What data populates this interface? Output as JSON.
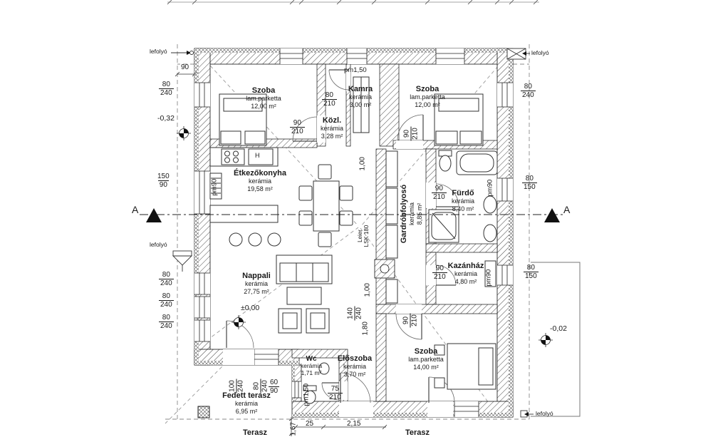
{
  "rooms": {
    "szoba_tl": {
      "name": "Szoba",
      "floor": "lam.parketta",
      "area": "12,00 m²"
    },
    "kamra": {
      "name": "Kamra",
      "floor": "kerámia",
      "area": "3,00 m²"
    },
    "kozl": {
      "name": "Közl.",
      "floor": "kerámia",
      "area": "3,28 m²"
    },
    "szoba_tr": {
      "name": "Szoba",
      "floor": "lam.parketta",
      "area": "12,00 m²"
    },
    "konyha": {
      "name": "Étkezőkonyha",
      "floor": "kerámia",
      "area": "19,58 m²"
    },
    "gardrob": {
      "name": "Gardróbfolyosó",
      "floor": "kerámia",
      "area": "8,85 m²"
    },
    "furdo": {
      "name": "Fürdő",
      "floor": "kerámia",
      "area": "8,40 m²"
    },
    "kazanhaz": {
      "name": "Kazánház",
      "floor": "kerámia",
      "area": "4,80 m²"
    },
    "nappali": {
      "name": "Nappali",
      "floor": "kerámia",
      "area": "27,75 m²"
    },
    "wc": {
      "name": "Wc",
      "floor": "kerámia",
      "area": "1,71 m²"
    },
    "eloszoba": {
      "name": "Előszoba",
      "floor": "kerámia",
      "area": "3,70 m²"
    },
    "szoba_br": {
      "name": "Szoba",
      "floor": "lam.parketta",
      "area": "14,00 m²"
    },
    "fedett_terasz": {
      "name": "Fedett terasz",
      "floor": "kerámia",
      "area": "6,95 m²"
    },
    "terasz_left": {
      "name": "Terasz"
    },
    "terasz_right": {
      "name": "Terasz"
    }
  },
  "levels": {
    "nappali": "±0,00",
    "left": "-0,32",
    "right": "-0,02"
  },
  "dims": {
    "eave_offset": "90",
    "pairs": {
      "kamra_door": {
        "w": "80",
        "h": "210"
      },
      "szoba_tl_door": {
        "w": "90",
        "h": "210"
      },
      "szoba_tr_door": {
        "w": "90",
        "h": "210"
      },
      "furdo_door": {
        "w": "90",
        "h": "210"
      },
      "kazanhaz_door": {
        "w": "90",
        "h": "210"
      },
      "szoba_br_door": {
        "w": "90",
        "h": "210"
      },
      "eloszoba_door": {
        "w": "75",
        "h": "210"
      },
      "wc_window": {
        "w": "60",
        "h": "90"
      },
      "win_szoba_tl": {
        "w": "80",
        "h": "240"
      },
      "win_konyha": {
        "w": "150",
        "h": "90"
      },
      "win_nappali_1": {
        "w": "80",
        "h": "240"
      },
      "win_nappali_2": {
        "w": "80",
        "h": "240"
      },
      "win_nappali_3": {
        "w": "80",
        "h": "240"
      },
      "win_szoba_tr": {
        "w": "80",
        "h": "240"
      },
      "win_furdo": {
        "w": "80",
        "h": "150"
      },
      "win_kazanhaz": {
        "w": "80",
        "h": "150"
      },
      "terasz_door": {
        "w": "100",
        "h": "240"
      },
      "terasz_window": {
        "w": "80",
        "h": "240"
      },
      "eloszoba_window": {
        "w": "140",
        "h": "240"
      }
    },
    "chains": {
      "c1": "1,00",
      "c2": "1,00",
      "c3": "1,80",
      "t_side": "1,67",
      "t_off": "25",
      "t_width": "2,15"
    },
    "sills": {
      "kamra": "pm1,50",
      "wc": "pm1,50",
      "konyha": "pm90",
      "furdo": "pm90",
      "kazanhaz": "pm90"
    }
  },
  "annotations": {
    "drain": "lefolyó",
    "section": "A",
    "stove_h": "H",
    "chimney_line1": "Leier",
    "chimney_line2": "LSK 180"
  }
}
